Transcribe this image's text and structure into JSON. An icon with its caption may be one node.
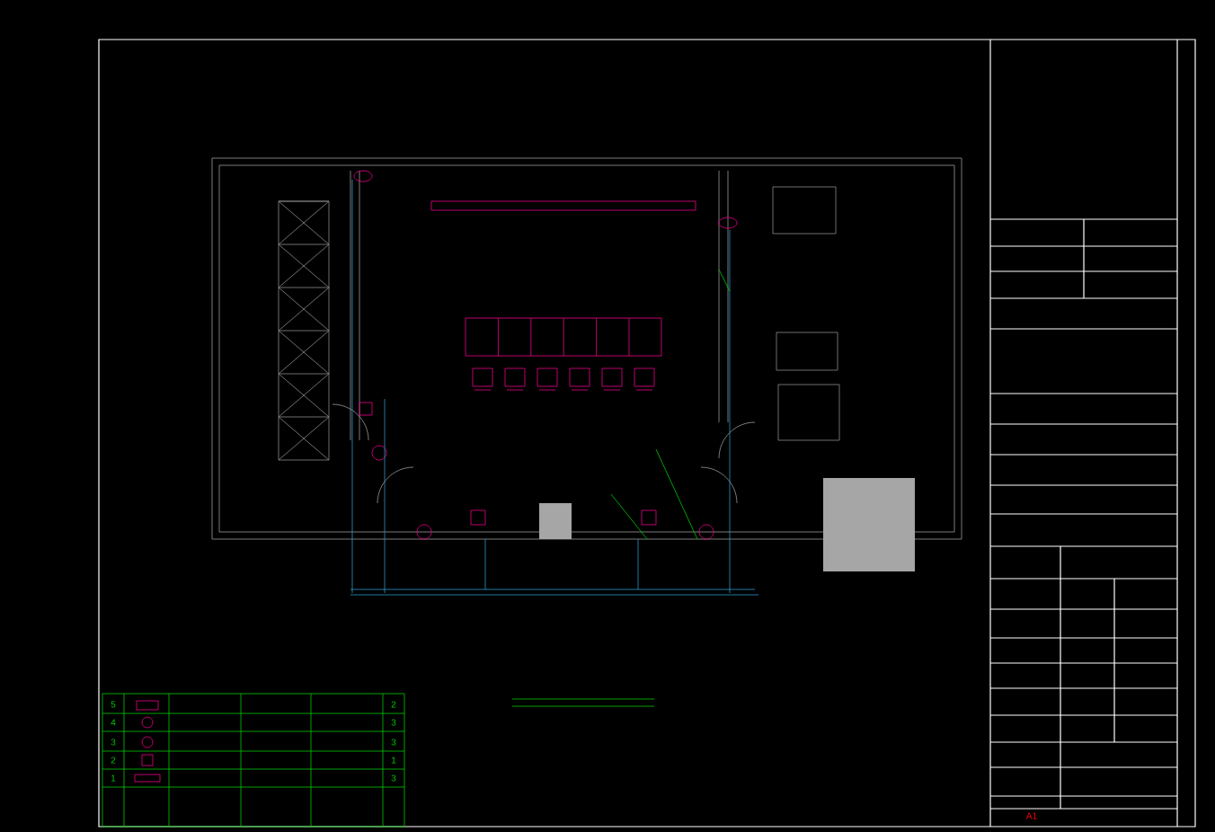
{
  "diagram": {
    "labels": [
      "5",
      "2",
      "4",
      "3",
      "3",
      "3",
      "2",
      "1",
      "1",
      "3",
      "A1"
    ]
  }
}
